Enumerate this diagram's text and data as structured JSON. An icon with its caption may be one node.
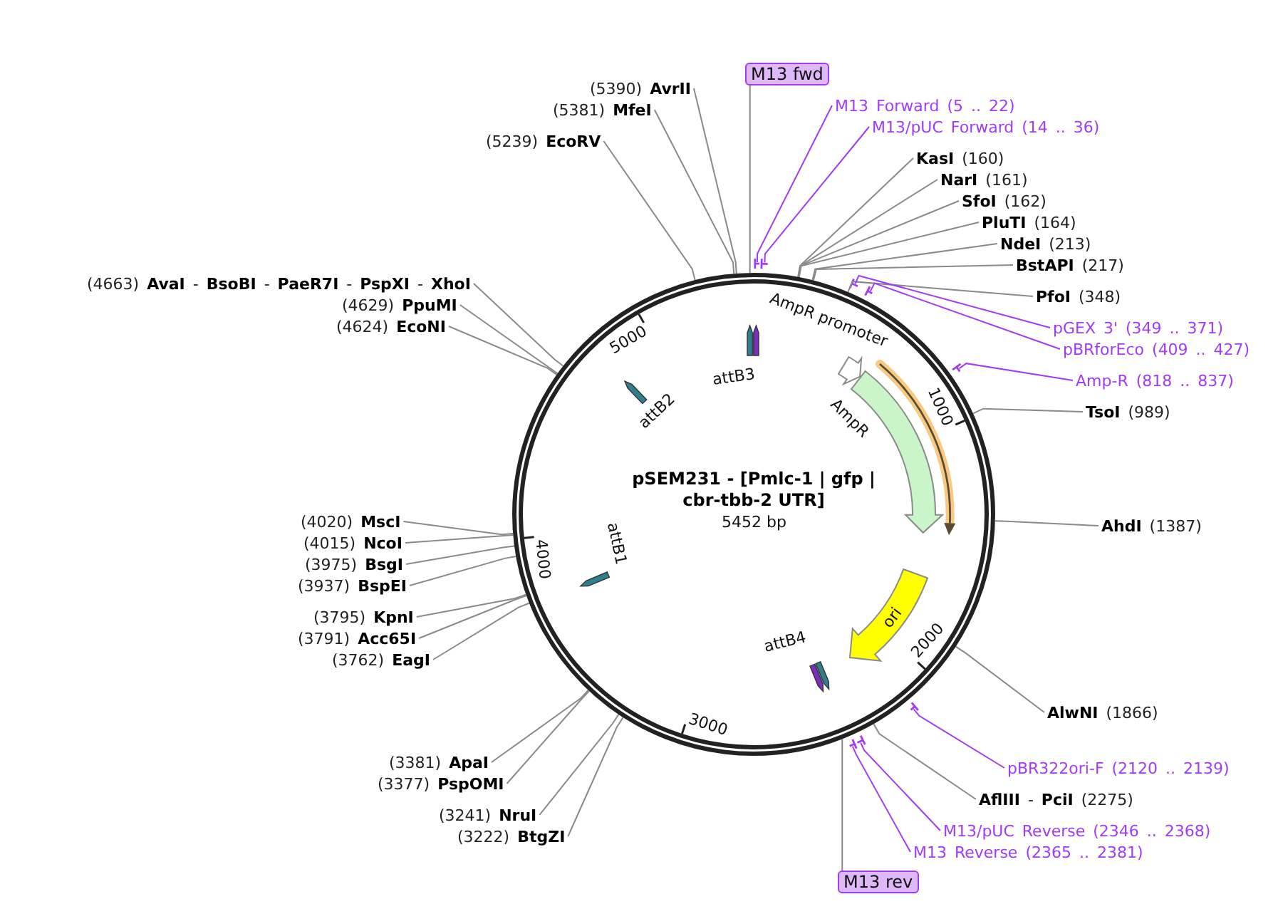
{
  "diagram": {
    "nodes": [
      {
        "text": [
          "M13 fwd"
        ]
      },
      {
        "text": [
          "(5390) **AvrII**"
        ]
      },
      {
        "text": [
          "(5381) **MfeI**"
        ]
      },
      {
        "text": [
          "M13 Forward (5 .. 22)"
        ]
      },
      {
        "text": [
          "M13/pUC Forward (14 .. 36)"
        ]
      },
      {
        "text": [
          "(5239) **EcoRV**"
        ]
      },
      {
        "text": [
          "**KasI** (160)"
        ]
      },
      {
        "text": [
          "**NarI** (161)"
        ]
      },
      {
        "text": [
          "**SfoI** (162)"
        ]
      },
      {
        "text": [
          "**PluTI** (164)"
        ]
      },
      {
        "text": [
          "**NdeI** (213)"
        ]
      },
      {
        "text": [
          "**BstAPI** (217)"
        ]
      },
      {
        "text": [
          "(4663) **AvaI** - **BsoBI** - **PaeR7I** - **PspXI** - **XhoI**"
        ]
      },
      {
        "text": [
          "**PfoI** (348)"
        ]
      },
      {
        "text": [
          "(4629) **PpuMI**"
        ]
      },
      {
        "text": [
          "(4624) **EcoNI**"
        ]
      },
      {
        "text": [
          "pGEX 3' (349 .. 371)"
        ]
      },
      {
        "text": [
          "pBRforEco (409 .. 427)"
        ]
      },
      {
        "text": [
          "Amp-R (818 .. 837)"
        ]
      },
      {
        "text": [
          "**TsoI** (989)"
        ]
      },
      {
        "text": [
          "pSEM231 - [Pmlc-1 | gfp | cbr-tbb-2 UTR]",
          "5452 bp"
        ]
      },
      {
        "text": [
          "attB3"
        ],
        "in": 20
      },
      {
        "text": [
          "AmpR promoter"
        ],
        "in": 20
      },
      {
        "text": [],
        "shape": "arrow",
        "in": 20
      },
      {
        "text": [
          "attB2"
        ],
        "in": 20
      },
      {
        "text": [
          "AmpR"
        ],
        "in": 20
      },
      {
        "text": [
          "attB1"
        ],
        "in": 20
      },
      {
        "text": [
          "ori"
        ],
        "in": 20
      },
      {
        "text": [
          "attB4"
        ],
        "in": 20
      },
      {
        "text": [
          "(4020) **MscI**"
        ]
      },
      {
        "text": [
          "**AhdI** (1387)"
        ]
      },
      {
        "text": [
          "(4015) **NcoI**"
        ]
      },
      {
        "text": [
          "(3975) **BsgI**"
        ]
      },
      {
        "text": [
          "(3937) **BspEI**"
        ]
      },
      {
        "text": [
          "(3795) **KpnI**"
        ]
      },
      {
        "text": [
          "(3791) **Acc65I**"
        ]
      },
      {
        "text": [
          "(3762) **EagI**"
        ]
      },
      {
        "text": [
          "**AlwNI** (1866)"
        ]
      },
      {
        "text": [
          "(3381) **ApaI**"
        ]
      },
      {
        "text": [
          "pBR322ori-F (2120 .. 2139)"
        ]
      },
      {
        "text": [
          "(3377) **PspOMI**"
        ]
      },
      {
        "text": [
          "**AflIII** - **PciI** (2275)"
        ]
      },
      {
        "text": [
          "(3241) **NruI**"
        ]
      },
      {
        "text": [
          "M13/pUC Reverse (2346 .. 2368)"
        ]
      },
      {
        "text": [
          "(3222) **BtgZI**"
        ]
      },
      {
        "text": [
          "M13 Reverse (2365 .. 2381)"
        ]
      },
      {
        "text": [
          "M13 rev"
        ]
      },
      {
        "text": [],
        "shape": "bar"
      },
      {
        "text": [],
        "shape": "bar"
      },
      {
        "text": [],
        "shape": "bar"
      },
      {
        "text": [],
        "shape": "bar"
      },
      {
        "text": [],
        "shape": "bar"
      },
      {
        "text": [],
        "shape": "bar"
      },
      {
        "text": [],
        "shape": "bar"
      },
      {
        "text": [],
        "shape": "bar"
      }
    ],
    "edges": [
      {
        "from": 0,
        "to": 20,
        "arrow": "none"
      },
      {
        "from": 1,
        "to": 20,
        "arrow": "none"
      },
      {
        "from": 2,
        "to": 20,
        "arrow": "none"
      },
      {
        "from": 3,
        "to": 47,
        "arrow": "none",
        "color": "#a23cf4"
      },
      {
        "from": 4,
        "to": 48,
        "arrow": "none",
        "color": "#a23cf4"
      },
      {
        "from": 5,
        "to": 20,
        "arrow": "none"
      },
      {
        "from": 6,
        "to": 20,
        "arrow": "none"
      },
      {
        "from": 7,
        "to": 20,
        "arrow": "none"
      },
      {
        "from": 8,
        "to": 20,
        "arrow": "none"
      },
      {
        "from": 9,
        "to": 20,
        "arrow": "none"
      },
      {
        "from": 10,
        "to": 20,
        "arrow": "none"
      },
      {
        "from": 11,
        "to": 20,
        "arrow": "none"
      },
      {
        "from": 12,
        "to": 20,
        "arrow": "none"
      },
      {
        "from": 13,
        "to": 20,
        "arrow": "none"
      },
      {
        "from": 14,
        "to": 20,
        "arrow": "none"
      },
      {
        "from": 15,
        "to": 20,
        "arrow": "none"
      },
      {
        "from": 16,
        "to": 49,
        "arrow": "none",
        "color": "#a23cf4"
      },
      {
        "from": 17,
        "to": 50,
        "arrow": "none",
        "color": "#a23cf4"
      },
      {
        "from": 18,
        "to": 51,
        "arrow": "none",
        "color": "#a23cf4"
      },
      {
        "from": 19,
        "to": 20,
        "arrow": "none"
      },
      {
        "from": 29,
        "to": 20,
        "arrow": "none"
      },
      {
        "from": 30,
        "to": 20,
        "arrow": "none"
      },
      {
        "from": 31,
        "to": 20,
        "arrow": "none"
      },
      {
        "from": 32,
        "to": 20,
        "arrow": "none"
      },
      {
        "from": 33,
        "to": 20,
        "arrow": "none"
      },
      {
        "from": 34,
        "to": 20,
        "arrow": "none"
      },
      {
        "from": 35,
        "to": 20,
        "arrow": "none"
      },
      {
        "from": 36,
        "to": 20,
        "arrow": "none"
      },
      {
        "from": 37,
        "to": 20,
        "arrow": "none"
      },
      {
        "from": 38,
        "to": 20,
        "arrow": "none"
      },
      {
        "from": 39,
        "to": 52,
        "arrow": "none",
        "color": "#a23cf4"
      },
      {
        "from": 40,
        "to": 20,
        "arrow": "none"
      },
      {
        "from": 41,
        "to": 20,
        "arrow": "none"
      },
      {
        "from": 42,
        "to": 20,
        "arrow": "none"
      },
      {
        "from": 43,
        "to": 53,
        "arrow": "none",
        "color": "#a23cf4"
      },
      {
        "from": 44,
        "to": 20,
        "arrow": "none"
      },
      {
        "from": 45,
        "to": 54,
        "arrow": "none",
        "color": "#a23cf4"
      },
      {
        "from": 46,
        "to": 20,
        "arrow": "none"
      }
    ],
    "labels": [
      "5000",
      "1000",
      "4000",
      "2000",
      "3000"
    ]
  }
}
